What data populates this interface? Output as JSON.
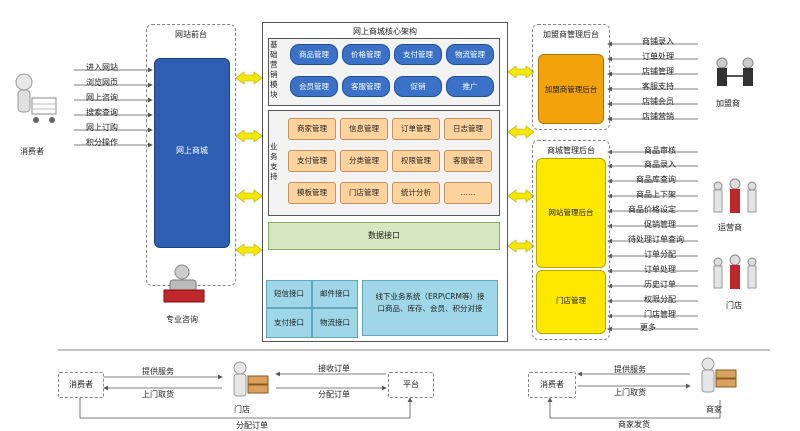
{
  "site_backend": {
    "title": "网站前台",
    "block": "网上商城"
  },
  "core": {
    "title": "网上商城核心架构",
    "basic_label": "基础营销模块",
    "basic_items": [
      "商品管理",
      "价格管理",
      "支付管理",
      "物流管理",
      "会员管理",
      "客服管理",
      "促销",
      "推广"
    ],
    "business_label": "业务支持",
    "business_items": [
      "商家管理",
      "信息管理",
      "订单管理",
      "日志管理",
      "支付管理",
      "分类管理",
      "权限管理",
      "客服管理",
      "模板管理",
      "门店管理",
      "统计分析",
      "……"
    ],
    "data_interface": "数据接口",
    "interfaces": [
      "短信接口",
      "邮件接口",
      "支付接口",
      "物流接口"
    ],
    "offline": "线下业务系统（ERP\\CRM等）接口商品、库存、会员、积分对接"
  },
  "consumer": {
    "label": "消费者",
    "actions": [
      "进入网站",
      "浏览网页",
      "网上咨询",
      "搜索查询",
      "网上订购",
      "积分操作"
    ]
  },
  "consult": {
    "label": "专业咨询"
  },
  "franchise": {
    "outer_title": "加盟商管理后台",
    "block": "加盟商管理后台",
    "actions": [
      "商铺录入",
      "订单处理",
      "店铺管理",
      "客服支持",
      "店铺会员",
      "店铺营销"
    ],
    "label": "加盟商"
  },
  "site_mgmt": {
    "outer_title": "商城管理后台",
    "block": "网站管理后台",
    "store_block": "门店管理",
    "actions": [
      "商品审核",
      "商品录入",
      "商品库查询",
      "商品上下架",
      "商品价格设定",
      "促销管理",
      "待处理订单查询",
      "订单分配",
      "订单处理",
      "历史订单",
      "权限分配",
      "门店管理",
      "更多"
    ],
    "operator_label": "运营商",
    "store_label": "门店"
  },
  "flow_left": {
    "consumer": "消费者",
    "provide": "提供服务",
    "pickup": "上门取货",
    "receive": "接收订单",
    "assign": "分配订单",
    "platform": "平台",
    "store": "门店",
    "bottom": "分配订单"
  },
  "flow_right": {
    "consumer": "消费者",
    "provide": "提供服务",
    "pickup": "上门取货",
    "merchant": "商家",
    "bottom": "商家发货"
  },
  "colors": {
    "blue": "#2e5fb4",
    "orange": "#f2a20a",
    "yellow": "#ffe800",
    "tile": "#ffd39d",
    "cyan": "#9fd7e8",
    "arrow": "#f5e800"
  }
}
